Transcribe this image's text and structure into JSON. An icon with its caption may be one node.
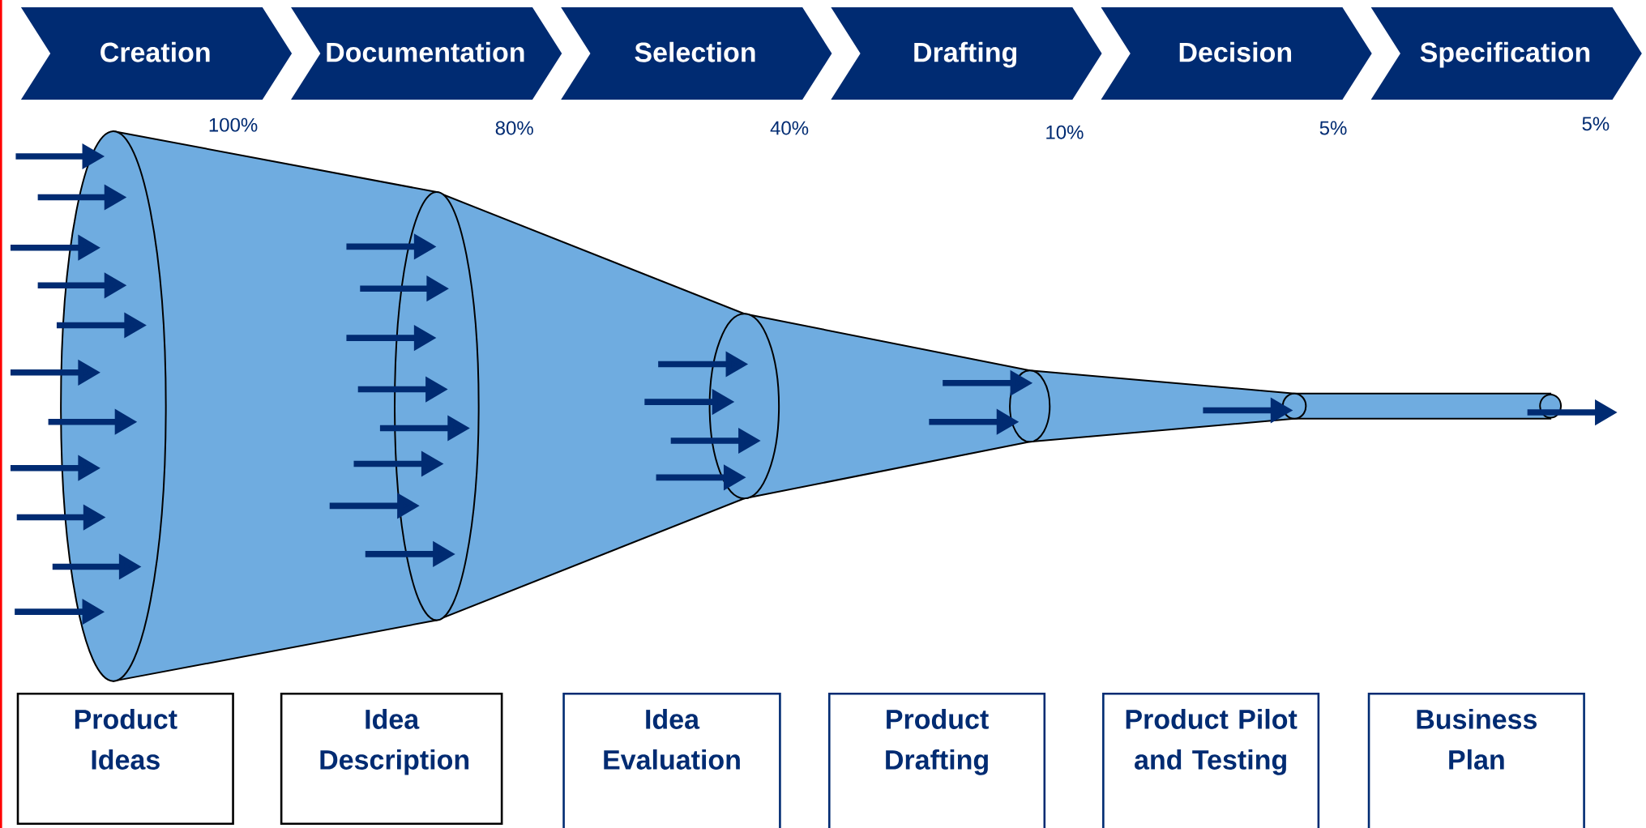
{
  "diagram": {
    "nodes": [
      {
        "text": [
          "Creation"
        ]
      },
      {
        "text": [
          "Documentation"
        ]
      },
      {
        "text": [
          "Selection"
        ]
      },
      {
        "text": [
          "Drafting"
        ]
      },
      {
        "text": [
          "Decision"
        ]
      },
      {
        "text": [
          "Specification"
        ]
      },
      {
        "text": [
          "Product Ideas"
        ]
      },
      {
        "text": [
          "Idea Description"
        ]
      },
      {
        "text": [
          "Idea Evaluation"
        ]
      },
      {
        "text": [
          "Product Drafting"
        ]
      },
      {
        "text": [
          "Product Pilot and Testing"
        ]
      },
      {
        "text": [
          "Business Plan"
        ]
      }
    ],
    "labels": [
      "100%",
      "80%",
      "40%",
      "10%",
      "5%",
      "5%"
    ]
  }
}
